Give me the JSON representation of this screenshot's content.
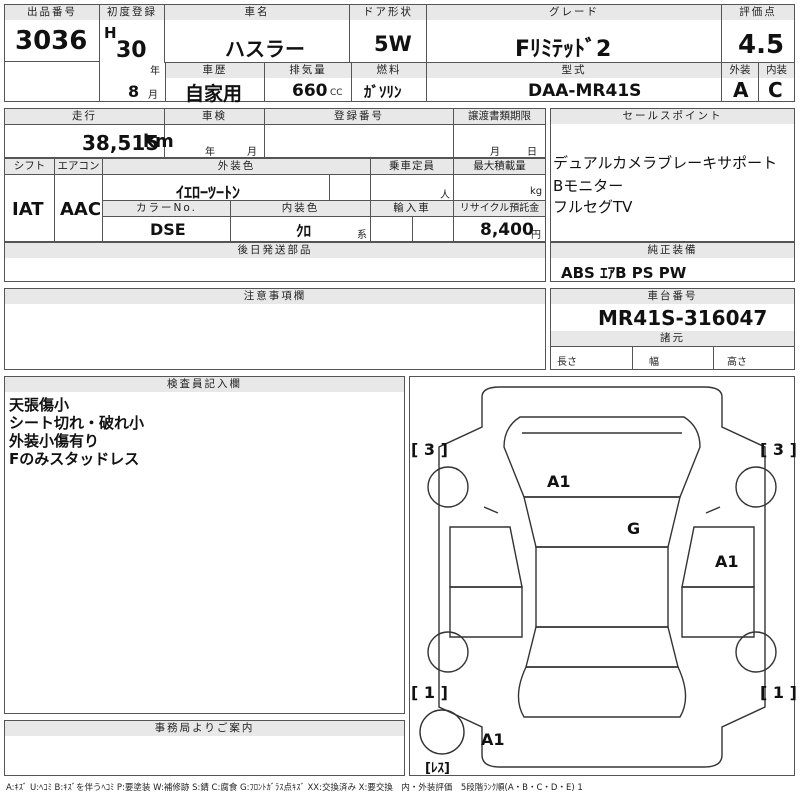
{
  "header": {
    "lot_label": "出品番号",
    "lot": "3036",
    "reg_label": "初度登録",
    "era": "H",
    "year_num": "30",
    "year_unit": "年",
    "month_num": "8",
    "month_unit": "月",
    "model_label": "車名",
    "model": "ハスラー",
    "door_label": "ドア形状",
    "door": "5W",
    "grade_label": "グレード",
    "grade": "Fﾘﾐﾃｯﾄﾞ2",
    "score_label": "評価点",
    "score": "4.5",
    "history_label": "車歴",
    "history": "自家用",
    "displacement_label": "排気量",
    "displacement": "660",
    "displacement_unit": "CC",
    "fuel_label": "燃料",
    "fuel": "ｶﾞｿﾘﾝ",
    "type_label": "型式",
    "type": "DAA-MR41S",
    "ext_label": "外装",
    "ext": "A",
    "int_label": "内装",
    "int": "C"
  },
  "row2": {
    "mileage_label": "走行",
    "mileage": "38,515",
    "mileage_unit": "km",
    "inspection_label": "車検",
    "insp_year_unit": "年",
    "insp_month_unit": "月",
    "regnum_label": "登録番号",
    "transfer_label": "譲渡書類期限",
    "transfer_month_unit": "月",
    "transfer_day_unit": "日",
    "sales_label": "セールスポイント",
    "sales_points": [
      "デュアルカメラブレーキサポート",
      "Bモニター",
      "フルセグTV"
    ]
  },
  "row3": {
    "shift_label": "シフト",
    "shift": "IAT",
    "ac_label": "エアコン",
    "ac": "AAC",
    "color_label": "外装色",
    "color": "ｲｴﾛｰﾂｰﾄﾝ",
    "capacity_label": "乗車定員",
    "capacity_unit": "人",
    "load_label": "最大積載量",
    "load_unit": "kg",
    "colorno_label": "カラーNo.",
    "colorno": "DSE",
    "interior_label": "内装色",
    "interior": "ｸﾛ",
    "interior_unit": "系",
    "import_label": "輸入車",
    "recycle_label": "リサイクル預託金",
    "recycle": "8,400",
    "recycle_unit": "円"
  },
  "equipment": {
    "label": "純正装備",
    "value": "ABS ｴｱB PS PW"
  },
  "later_parts": {
    "label": "後日発送部品"
  },
  "notes": {
    "label": "注意事項欄"
  },
  "chassis": {
    "label": "車台番号",
    "value": "MR41S-316047",
    "spec_label": "諸元",
    "length_label": "長さ",
    "width_label": "幅",
    "height_label": "高さ"
  },
  "inspector": {
    "label": "検査員記入欄",
    "lines": [
      "天張傷小",
      "シート切れ・破れ小",
      "外装小傷有り",
      "Fのみスタッドレス"
    ]
  },
  "office": {
    "label": "事務局よりご案内"
  },
  "diagram": {
    "tire_fl": "[ 3 ]",
    "tire_fr": "[ 3 ]",
    "tire_rl": "[ 1 ]",
    "tire_rr": "[ 1 ]",
    "spare": "[ﾚｽ]",
    "marks": {
      "hood": "A1",
      "windshield": "G",
      "right_door": "A1",
      "rear": "A1"
    }
  },
  "legend": "A:ｷｽﾞ U:ﾍｺﾐ B:ｷｽﾞを伴うﾍｺﾐ P:要塗装 W:補修跡 S:錆 C:腐食 G:ﾌﾛﾝﾄｶﾞﾗｽ点ｷｽﾞ XX:交換済み X:要交換　内・外装評価　5段階ﾗﾝｸ順(A・B・C・D・E) 1"
}
